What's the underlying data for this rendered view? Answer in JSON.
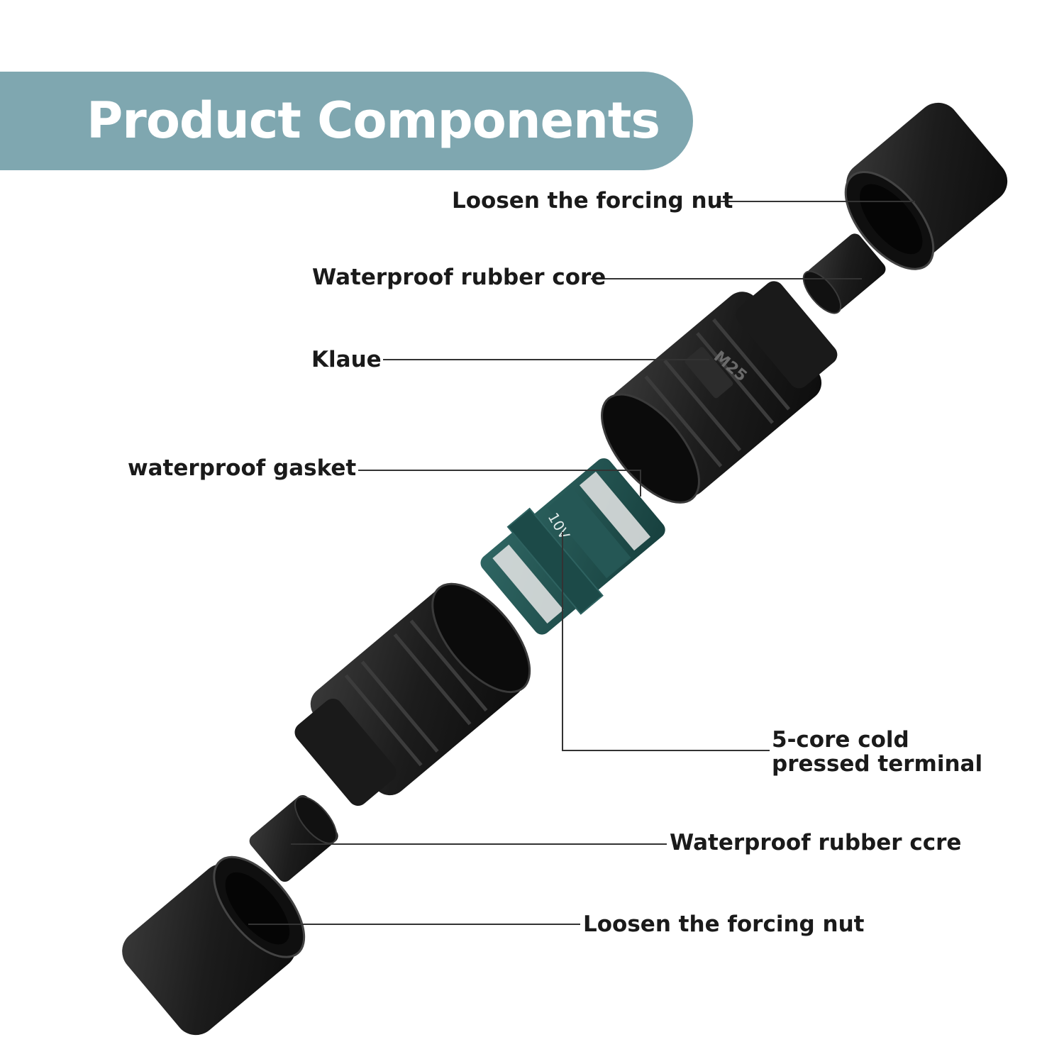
{
  "banner": {
    "title": "Product Components",
    "color": "#7fa7b0"
  },
  "parts": {
    "top_nut": "Loosen the forcing nut",
    "top_rubber_core": "Waterproof rubber core",
    "claw": "Klaue",
    "gasket": "waterproof gasket",
    "terminal_line1": "5-core cold",
    "terminal_line2": "pressed terminal",
    "bottom_rubber_core": "Waterproof rubber ccre",
    "bottom_nut": "Loosen the forcing nut"
  },
  "markings": {
    "claw_size": "M25",
    "terminal_badge": "10V"
  },
  "colors": {
    "plastic": "#1e1e1e",
    "terminal": "#1f4c4a",
    "leader": "#333333"
  }
}
